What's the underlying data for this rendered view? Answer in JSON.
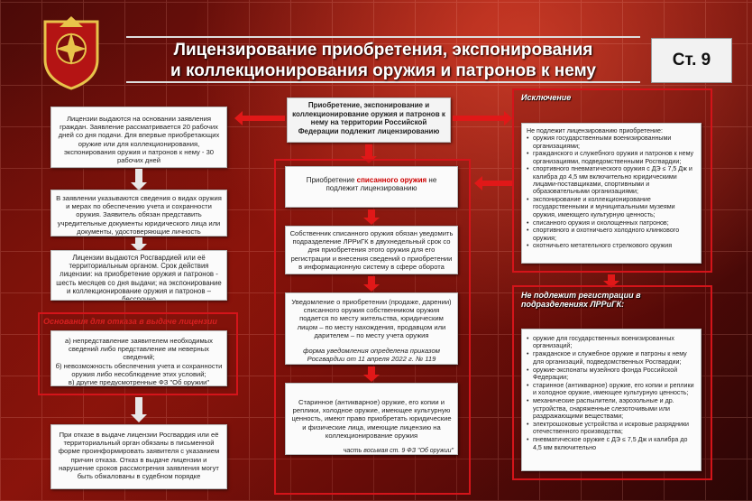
{
  "title_line1": "Лицензирование приобретения, экспонирования",
  "title_line2": "и коллекционирования оружия и патронов к нему",
  "article": "Ст. 9",
  "top_center": "Приобретение, экспонирование и коллекционирование оружия и патронов к нему на территории Российской Федерации подлежит лицензированию",
  "left": {
    "box1": "Лицензии выдаются на основании заявления граждан. Заявление рассматривается 20 рабочих дней со дня подачи. Для впервые приобретающих оружие или для коллекционирования, экспонирования оружия и патронов к нему - 30 рабочих дней",
    "box2": "В заявлении указываются сведения о видах оружия и мерах по обеспечению учета и сохранности оружия. Заявитель обязан представить учредительные документы юридического лица или документы, удостоверяющие личность",
    "box3": "Лицензии выдаются Росгвардией или её территориальным органом. Срок действия лицензии: на приобретение оружия и патронов - шесть месяцев со дня выдачи; на экспонирование и коллекционирование оружия и патронов – бессрочно",
    "refusal_header": "Основания для отказа в выдаче лицензии",
    "refusal_items": [
      "а) непредставление заявителем необходимых сведений либо представление им неверных сведений;",
      "б) невозможность обеспечения учета и сохранности оружия либо несоблюдение этих условий;",
      "в) другие предусмотренные ФЗ \"Об оружии\""
    ],
    "box5": "При отказе в выдаче лицензии Росгвардия или её территориальный орган обязаны в письменной форме проинформировать заявителя с указанием причин отказа. Отказ в выдаче лицензии и нарушение сроков рассмотрения заявления могут быть обжалованы в судебном порядке"
  },
  "center": {
    "c1_pre": "Приобретение ",
    "c1_bold": "списанного оружия",
    "c1_post": " не подлежит лицензированию",
    "c2": "Собственник списанного оружия обязан уведомить подразделение ЛРРиГК в двухнедельный срок со дня приобретения этого оружия для его регистрации и внесения сведений о приобретении в информационную систему в сфере оборота оружия",
    "c3": "Уведомление о приобретении (продаже, дарении) списанного оружия собственником оружия подается по месту жительства, юридическим лицом – по месту нахождения, продавцом или дарителем – по месту учета оружия",
    "c3_note": "форма уведомления определена приказом Росгвардии от 11 апреля 2022 г. № 119",
    "c4": "Старинное (антикварное) оружие, его копии и реплики, холодное оружие, имеющее культурную ценность, имеют право приобретать юридические и физические лица, имеющие лицензию на коллекционирование оружия",
    "c4_note": "часть восьмая ст. 9 ФЗ \"Об оружии\""
  },
  "right": {
    "ex_header": "Исключение",
    "ex_intro": "Не подлежит лицензированию приобретение:",
    "ex_items": [
      "оружия государственными военизированными организациями;",
      "гражданского и служебного оружия и патронов к нему организациями, подведомственными Росгвардии;",
      "спортивного пневматического оружия с ДЭ ≤ 7,5 Дж и калибра до 4,5 мм включительно юридическими лицами-поставщиками, спортивными и образовательными организациями;",
      "экспонирование и коллекционирование государственными и муниципальными музеями оружия, имеющего культурную ценность;",
      "списанного оружия и охолощенных патронов;",
      "спортивного и охотничьего холодного клинкового оружия;",
      "охотничьего метательного стрелкового оружия"
    ],
    "reg_header": "Не подлежит регистрации в подразделениях ЛРРиГК:",
    "reg_items": [
      "оружие для государственных военизированных организаций;",
      "гражданское и служебное оружие и патроны к нему для организаций, подведомственных Росгвардии;",
      "оружие-экспонаты музейного фонда Российской Федерации;",
      "старинное (антикварное) оружие, его копии и реплики и холодное оружие, имеющее культурную ценность;",
      "механические распылители, аэрозольные и др. устройства, снаряженные слезоточивыми или раздражающими веществами;",
      "электрошоковые устройства и искровые разрядники отечественного производства;",
      "пневматическое оружие с ДЭ ≤ 7,5 Дж и калибра до 4,5 мм включительно"
    ]
  }
}
